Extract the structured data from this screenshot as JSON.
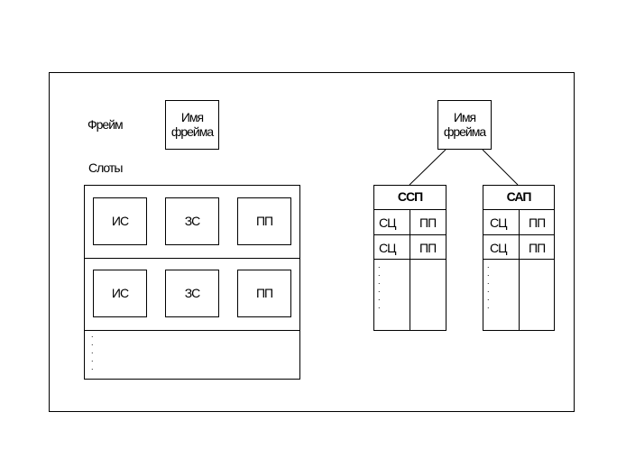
{
  "left": {
    "frame_label": "Фрейм",
    "frame_name": "Имя\nфрейма",
    "slots_label": "Слоты",
    "slot_rows": [
      [
        "ИС",
        "ЗС",
        "ПП"
      ],
      [
        "ИС",
        "ЗС",
        "ПП"
      ]
    ],
    "continuation": ".\n.\n.\n.\n."
  },
  "right": {
    "frame_name": "Имя\nфрейма",
    "tables": [
      {
        "title": "ССП",
        "rows": [
          [
            "СЦ",
            "ПП"
          ],
          [
            "СЦ",
            "ПП"
          ]
        ],
        "continuation": ".\n.\n.\n.\n.\n."
      },
      {
        "title": "САП",
        "rows": [
          [
            "СЦ",
            "ПП"
          ],
          [
            "СЦ",
            "ПП"
          ]
        ],
        "continuation": ".\n.\n.\n.\n.\n."
      }
    ]
  }
}
